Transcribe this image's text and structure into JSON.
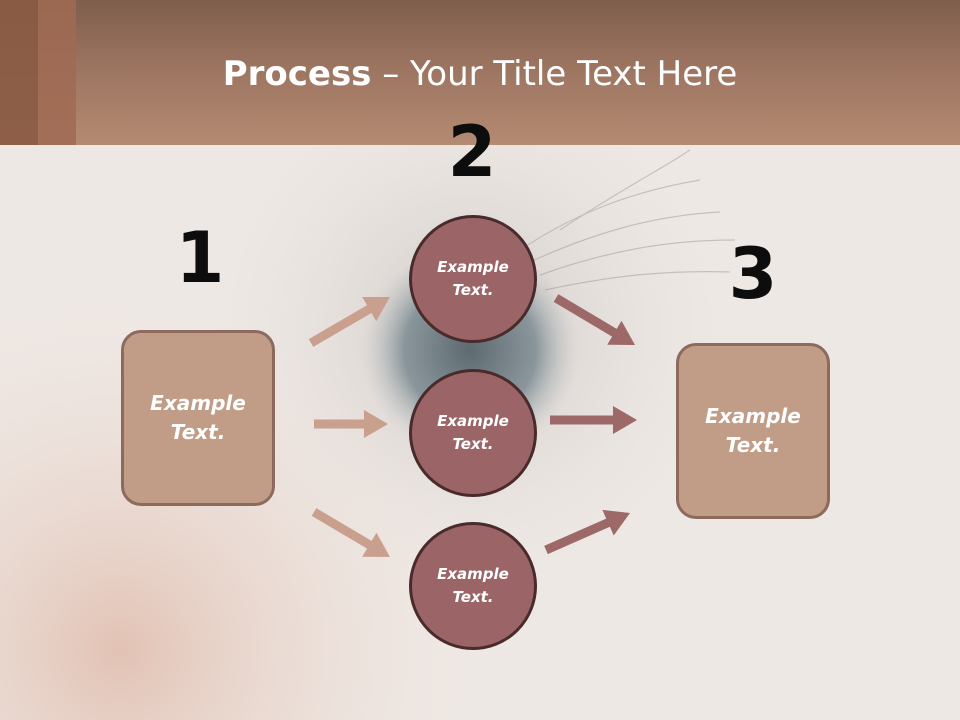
{
  "title": {
    "bold": "Process",
    "rest": " – Your Title Text Here"
  },
  "steps": {
    "one": {
      "number": "1",
      "text": "Example Text."
    },
    "two": {
      "number": "2"
    },
    "three": {
      "number": "3",
      "text": "Example Text."
    }
  },
  "circles": [
    {
      "text": "Example Text."
    },
    {
      "text": "Example Text."
    },
    {
      "text": "Example Text."
    }
  ],
  "colors": {
    "box_fill": "#c19c87",
    "circle_fill": "#9b6567",
    "arrow_left": "#c9a08e",
    "arrow_right": "#9d6868"
  }
}
